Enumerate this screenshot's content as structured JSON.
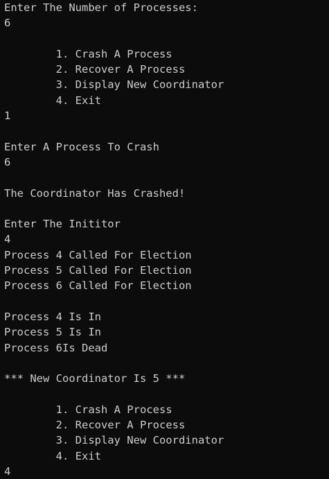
{
  "terminal": {
    "lines": [
      "Enter The Number of Processes:",
      "6",
      "",
      "        1. Crash A Process",
      "        2. Recover A Process",
      "        3. Display New Coordinator",
      "        4. Exit",
      "1",
      "",
      "Enter A Process To Crash",
      "6",
      "",
      "The Coordinator Has Crashed!",
      "",
      "Enter The Inititor",
      "4",
      "Process 4 Called For Election",
      "Process 5 Called For Election",
      "Process 6 Called For Election",
      "",
      "Process 4 Is In",
      "Process 5 Is In",
      "Process 6Is Dead",
      "",
      "*** New Coordinator Is 5 ***",
      "",
      "        1. Crash A Process",
      "        2. Recover A Process",
      "        3. Display New Coordinator",
      "        4. Exit",
      "4"
    ]
  },
  "colors": {
    "background": "#0c0c0c",
    "text": "#cccccc",
    "cursor": "#e6e6e6"
  }
}
